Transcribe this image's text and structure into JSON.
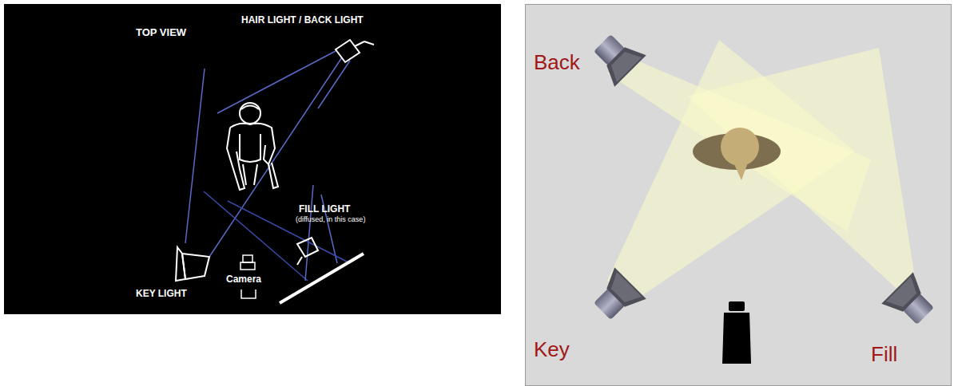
{
  "diagram": {
    "labels": [
      "TOP VIEW",
      "HAIR LIGHT / BACK LIGHT",
      "FILL LIGHT",
      "(diffused, in this case)",
      "KEY LIGHT",
      "Camera",
      "Back",
      "Key",
      "Fill"
    ]
  }
}
